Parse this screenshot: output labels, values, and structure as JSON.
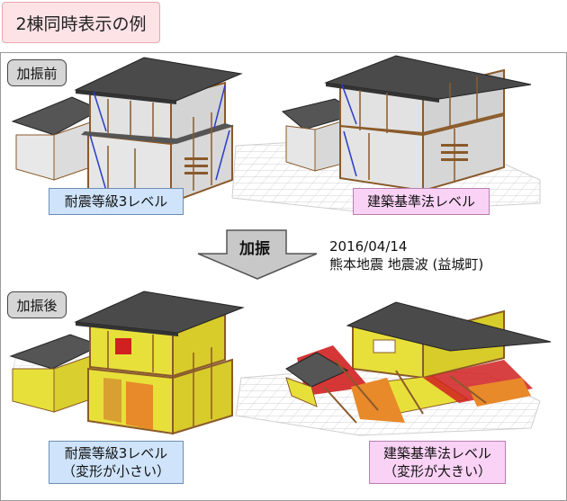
{
  "title": "2棟同時表示の例",
  "before": {
    "label": "加振前",
    "left_caption": "耐震等級3レベル",
    "right_caption": "建築基準法レベル"
  },
  "excitation": {
    "arrow_label": "加振",
    "date": "2016/04/14",
    "wave": "熊本地震 地震波 (益城町)"
  },
  "after": {
    "label": "加振後",
    "left_caption_line1": "耐震等級3レベル",
    "left_caption_line2": "（変形が小さい）",
    "right_caption_line1": "建築基準法レベル",
    "right_caption_line2": "（変形が大きい）"
  },
  "colors": {
    "roof": "#4a4a4a",
    "frame": "#8a5a2a",
    "damage_yellow": "#e8e03a",
    "damage_orange": "#e8892a",
    "damage_red": "#d02020",
    "brace": "#2a3cc8",
    "grid": "#c8c8c8"
  }
}
